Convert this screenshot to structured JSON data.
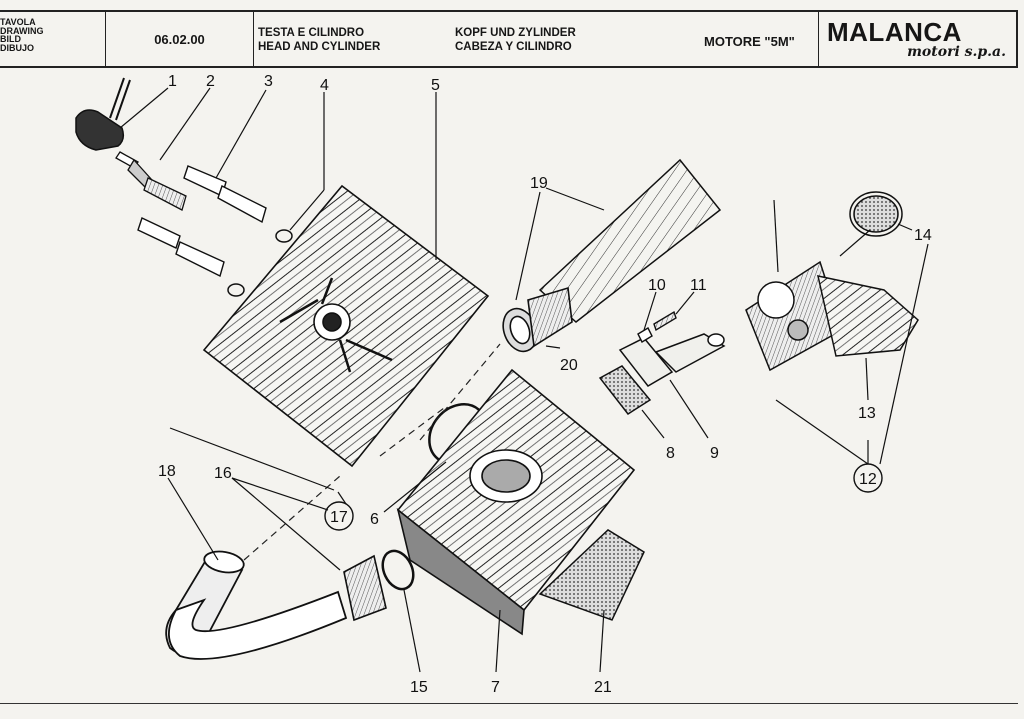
{
  "header": {
    "table_labels": [
      "TAVOLA",
      "DRAWING",
      "BILD",
      "DIBUJO"
    ],
    "date": "06.02.00",
    "title_it": "TESTA E CILINDRO",
    "title_en": "HEAD AND CYLINDER",
    "title_de": "KOPF UND ZYLINDER",
    "title_es": "CABEZA Y CILINDRO",
    "model": "MOTORE \"5M\"",
    "brand": "MALANCA",
    "brand_sub": "motori s.p.a."
  },
  "callouts": {
    "n1": "1",
    "n2": "2",
    "n3": "3",
    "n4": "4",
    "n5": "5",
    "n6": "6",
    "n7": "7",
    "n8": "8",
    "n9": "9",
    "n10": "10",
    "n11": "11",
    "n12": "12",
    "n13": "13",
    "n14": "14",
    "n15": "15",
    "n16": "16",
    "n17": "17",
    "n18": "18",
    "n19": "19",
    "n20": "20",
    "n21": "21"
  }
}
